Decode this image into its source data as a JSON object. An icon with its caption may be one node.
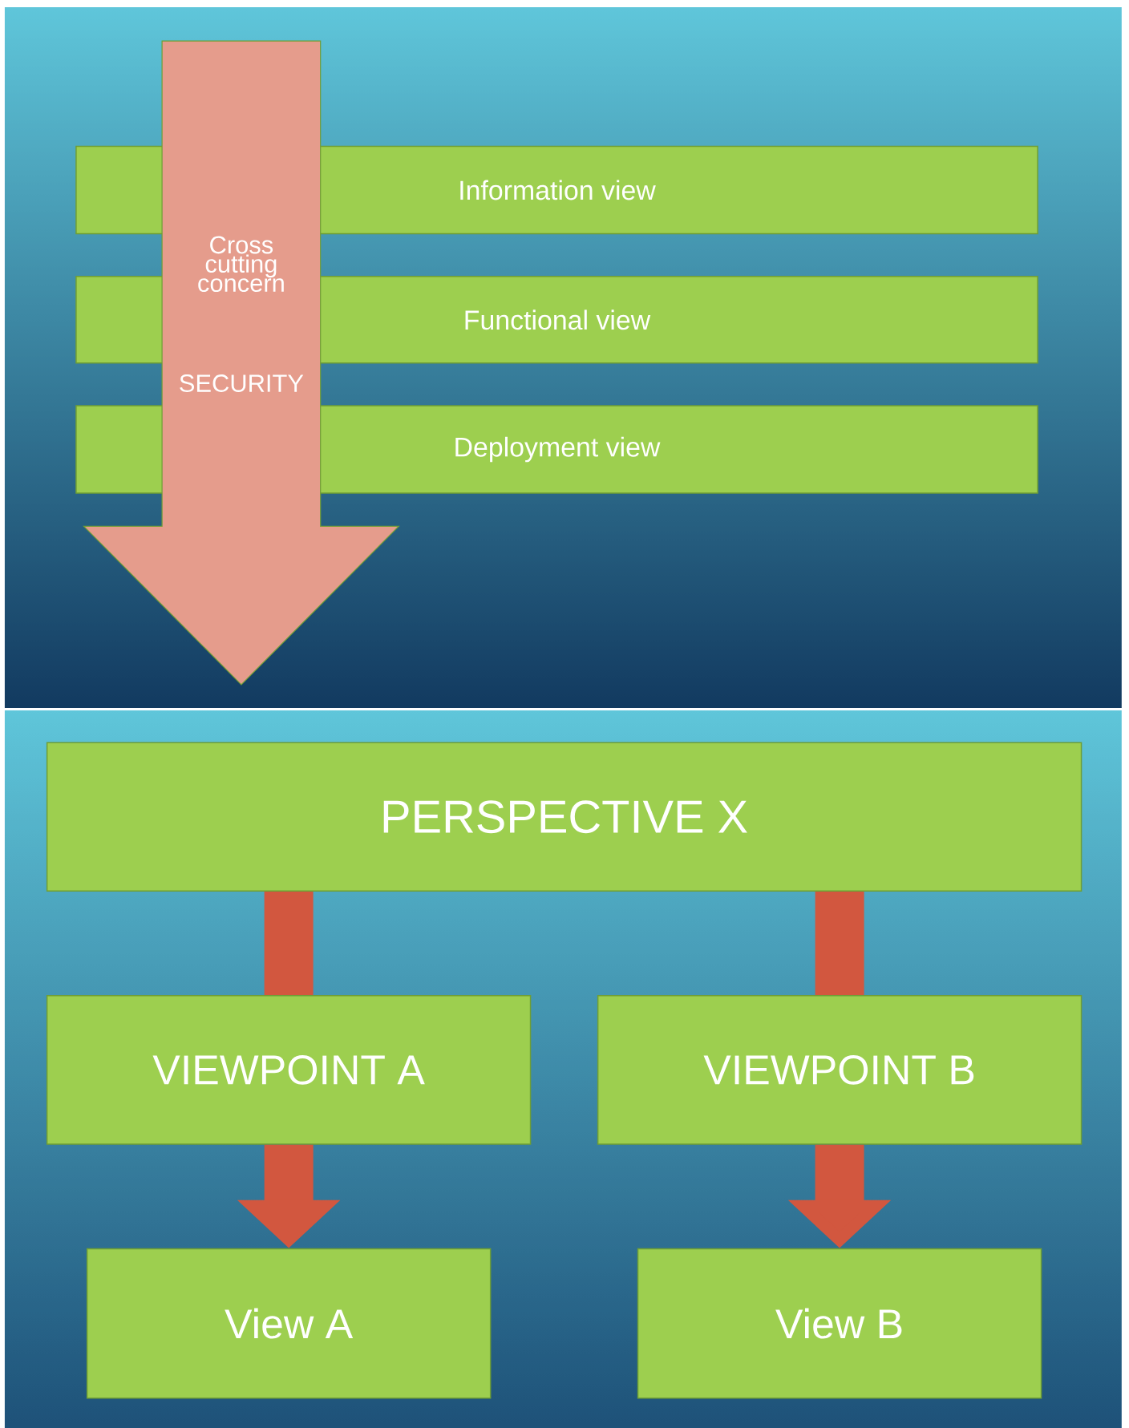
{
  "diagram": {
    "nodes": [
      {
        "text": [
          "Cross cutting concern",
          "SECURITY"
        ]
      },
      {
        "text": [
          "Information view"
        ]
      },
      {
        "text": [
          "Functional view"
        ]
      },
      {
        "text": [
          "Deployment view"
        ]
      },
      {
        "text": [
          "PERSPECTIVE X"
        ]
      },
      {
        "text": [
          "VIEWPOINT A"
        ]
      },
      {
        "text": [
          "VIEWPOINT B"
        ]
      },
      {
        "text": [
          "View A"
        ]
      },
      {
        "text": [
          "View B"
        ]
      }
    ],
    "edges": [
      {
        "from": 4,
        "to": 5,
        "arrow": "none"
      },
      {
        "from": 4,
        "to": 6,
        "arrow": "none"
      },
      {
        "from": 5,
        "to": 7,
        "arrow": "to"
      },
      {
        "from": 6,
        "to": 8,
        "arrow": "to"
      }
    ]
  }
}
